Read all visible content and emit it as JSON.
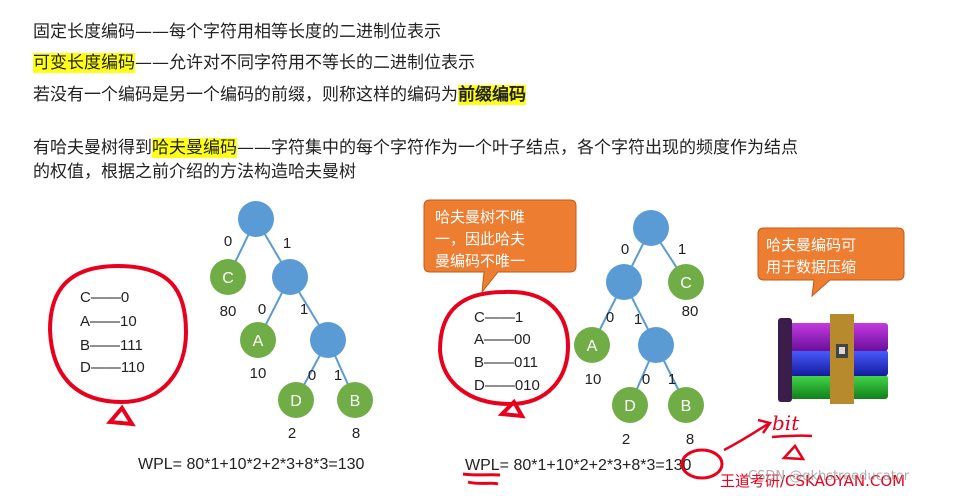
{
  "text": {
    "line1": "固定长度编码——每个字符用相等长度的二进制位表示",
    "line2_hl": "可变长度编码",
    "line2_rest": "——允许对不同字符用不等长的二进制位表示",
    "line3_pre": "若没有一个编码是另一个编码的前缀，则称这样的编码为",
    "line3_hl": "前缀编码",
    "line4_pre": "有哈夫曼树得到",
    "line4_hl": "哈夫曼编码",
    "line4_rest": "——字符集中的每个字符作为一个叶子结点，各个字符出现的频度作为结点",
    "line5": "的权值，根据之前介绍的方法构造哈夫曼树"
  },
  "tree1": {
    "edge_labels": [
      "0",
      "1",
      "0",
      "1",
      "0",
      "1"
    ],
    "leaves": [
      {
        "label": "C",
        "weight": "80"
      },
      {
        "label": "A",
        "weight": "10"
      },
      {
        "label": "D",
        "weight": "2"
      },
      {
        "label": "B",
        "weight": "8"
      }
    ],
    "codes": [
      "C——0",
      "A——10",
      "B——111",
      "D——110"
    ],
    "wpl": "WPL= 80*1+10*2+2*3+8*3=130"
  },
  "tree2": {
    "edge_labels": [
      "0",
      "1",
      "0",
      "1",
      "0",
      "1"
    ],
    "leaves": [
      {
        "label": "C",
        "weight": "80"
      },
      {
        "label": "A",
        "weight": "10"
      },
      {
        "label": "D",
        "weight": "2"
      },
      {
        "label": "B",
        "weight": "8"
      }
    ],
    "codes": [
      "C——1",
      "A——00",
      "B——011",
      "D——010"
    ],
    "wpl_prefix": "WPL",
    "wpl_rest": "= 80*1+10*2+2*3+8*3=",
    "wpl_value": "130"
  },
  "callouts": {
    "left": [
      "哈夫曼树不唯",
      "一，因此哈夫",
      "曼编码不唯一"
    ],
    "right": [
      "哈夫曼编码可",
      "用于数据压缩"
    ]
  },
  "annotation": {
    "unit": "bit"
  },
  "watermark": "王道考研/CSKAOYAN.COM",
  "watermark_overlay": "CSDN @qkhstreeducator",
  "colors": {
    "highlight": "#ffff1a",
    "internal_node": "#5b9bd5",
    "leaf_node": "#70ad47",
    "callout": "#ed7d31",
    "ink": "#e8001c"
  }
}
